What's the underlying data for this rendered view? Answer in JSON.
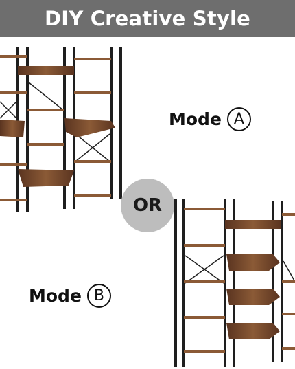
{
  "banner": {
    "title": "DIY Creative Style",
    "background": "#6e6e6e"
  },
  "mode_a": {
    "word": "Mode",
    "letter": "A"
  },
  "mode_b": {
    "word": "Mode",
    "letter": "B"
  },
  "divider": {
    "text": "OR"
  },
  "colors": {
    "frame": "#1e1e1e",
    "wood": "#7a4a2c",
    "wood_dark": "#5a3420"
  }
}
